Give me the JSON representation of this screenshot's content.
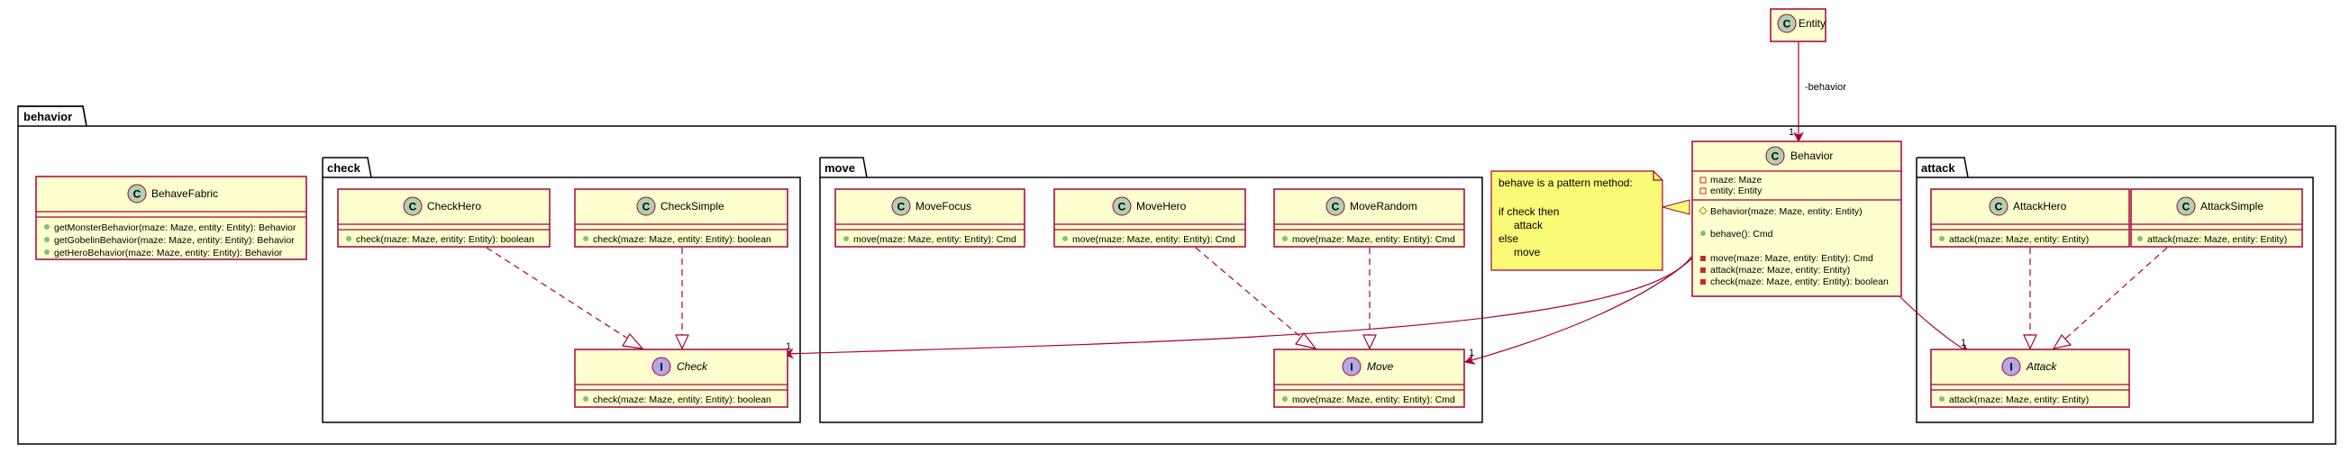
{
  "colors": {
    "class_fill": "#FEFECE",
    "class_border": "#A80036",
    "circle_c": "#ADD1B2",
    "circle_i": "#B4A7E5",
    "note_fill": "#FBFB77",
    "note_border": "#A80036",
    "arrow": "#A80036",
    "pkg_border": "#000000",
    "visibility_field": "#C82930",
    "visibility_method": "#84BE84"
  },
  "entity": {
    "name": "Entity",
    "relation_label": "-behavior",
    "multiplicity": "1"
  },
  "packages": {
    "behavior": "behavior",
    "check": "check",
    "move": "move",
    "attack": "attack"
  },
  "classes": {
    "behave_fabric": {
      "stereotype": "C",
      "name": "BehaveFabric",
      "methods": [
        "getMonsterBehavior(maze: Maze, entity: Entity): Behavior",
        "getGobelinBehavior(maze: Maze, entity: Entity): Behavior",
        "getHeroBehavior(maze: Maze, entity: Entity): Behavior"
      ]
    },
    "check_hero": {
      "stereotype": "C",
      "name": "CheckHero",
      "methods": [
        "check(maze: Maze, entity: Entity): boolean"
      ]
    },
    "check_simple": {
      "stereotype": "C",
      "name": "CheckSimple",
      "methods": [
        "check(maze: Maze, entity: Entity): boolean"
      ]
    },
    "check": {
      "stereotype": "I",
      "name": "Check",
      "methods": [
        "check(maze: Maze, entity: Entity): boolean"
      ]
    },
    "move_focus": {
      "stereotype": "C",
      "name": "MoveFocus",
      "methods": [
        "move(maze: Maze, entity: Entity): Cmd"
      ]
    },
    "move_hero": {
      "stereotype": "C",
      "name": "MoveHero",
      "methods": [
        "move(maze: Maze, entity: Entity): Cmd"
      ]
    },
    "move_random": {
      "stereotype": "C",
      "name": "MoveRandom",
      "methods": [
        "move(maze: Maze, entity: Entity): Cmd"
      ]
    },
    "move": {
      "stereotype": "I",
      "name": "Move",
      "methods": [
        "move(maze: Maze, entity: Entity): Cmd"
      ]
    },
    "behavior": {
      "stereotype": "C",
      "name": "Behavior",
      "fields": [
        "maze: Maze",
        "entity: Entity"
      ],
      "constructor": "Behavior(maze: Maze, entity: Entity)",
      "public_methods": [
        "behave(): Cmd"
      ],
      "private_methods": [
        "move(maze: Maze, entity: Entity): Cmd",
        "attack(maze: Maze, entity: Entity)",
        "check(maze: Maze, entity: Entity): boolean"
      ]
    },
    "attack_hero": {
      "stereotype": "C",
      "name": "AttackHero",
      "methods": [
        "attack(maze: Maze, entity: Entity)"
      ]
    },
    "attack_simple": {
      "stereotype": "C",
      "name": "AttackSimple",
      "methods": [
        "attack(maze: Maze, entity: Entity)"
      ]
    },
    "attack": {
      "stereotype": "I",
      "name": "Attack",
      "methods": [
        "attack(maze: Maze, entity: Entity)"
      ]
    }
  },
  "note": {
    "lines": [
      "behave is a pattern method:",
      "",
      "if check then",
      "attack",
      "else",
      "move"
    ]
  },
  "multiplicities": {
    "to_check": "1",
    "to_move": "1",
    "to_attack": "1"
  }
}
